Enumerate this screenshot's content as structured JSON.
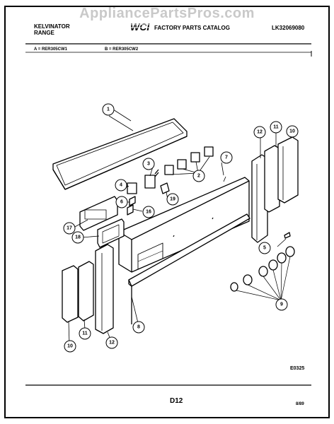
{
  "watermark": "AppliancePartsPros.com",
  "header": {
    "brand_line1": "KELVINATOR",
    "brand_line2": "RANGE",
    "logo_text": "WCI",
    "catalog_title": "FACTORY PARTS CATALOG",
    "catalog_number": "LK32069080"
  },
  "models": {
    "a": "A = RER305CW1",
    "b": "B = RER305CW2"
  },
  "callouts": [
    "1",
    "2",
    "3",
    "4",
    "5",
    "6",
    "7",
    "8",
    "9",
    "10",
    "11",
    "12",
    "16",
    "17",
    "18",
    "19"
  ],
  "footer": {
    "figure_code": "E0325",
    "page": "D12",
    "date": "8/89"
  }
}
